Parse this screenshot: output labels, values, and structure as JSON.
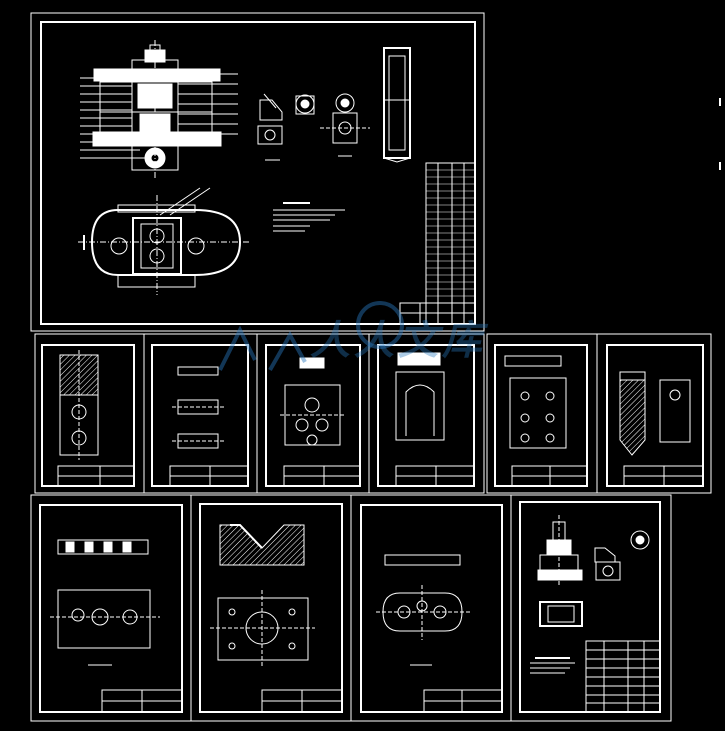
{
  "drawing_set": {
    "background": "#000000",
    "line_color": "#ffffff",
    "watermark_color": "#2878be",
    "main_sheet": {
      "name": "assembly-drawing"
    },
    "sheets": [
      {
        "name": "sheet-part-1"
      },
      {
        "name": "sheet-part-2"
      },
      {
        "name": "sheet-part-3"
      },
      {
        "name": "sheet-part-4"
      },
      {
        "name": "sheet-part-5"
      },
      {
        "name": "sheet-part-6"
      },
      {
        "name": "sheet-part-7"
      },
      {
        "name": "sheet-part-8"
      },
      {
        "name": "sheet-part-9"
      },
      {
        "name": "sheet-part-10"
      }
    ]
  },
  "watermark": {
    "text": "人人文库"
  }
}
